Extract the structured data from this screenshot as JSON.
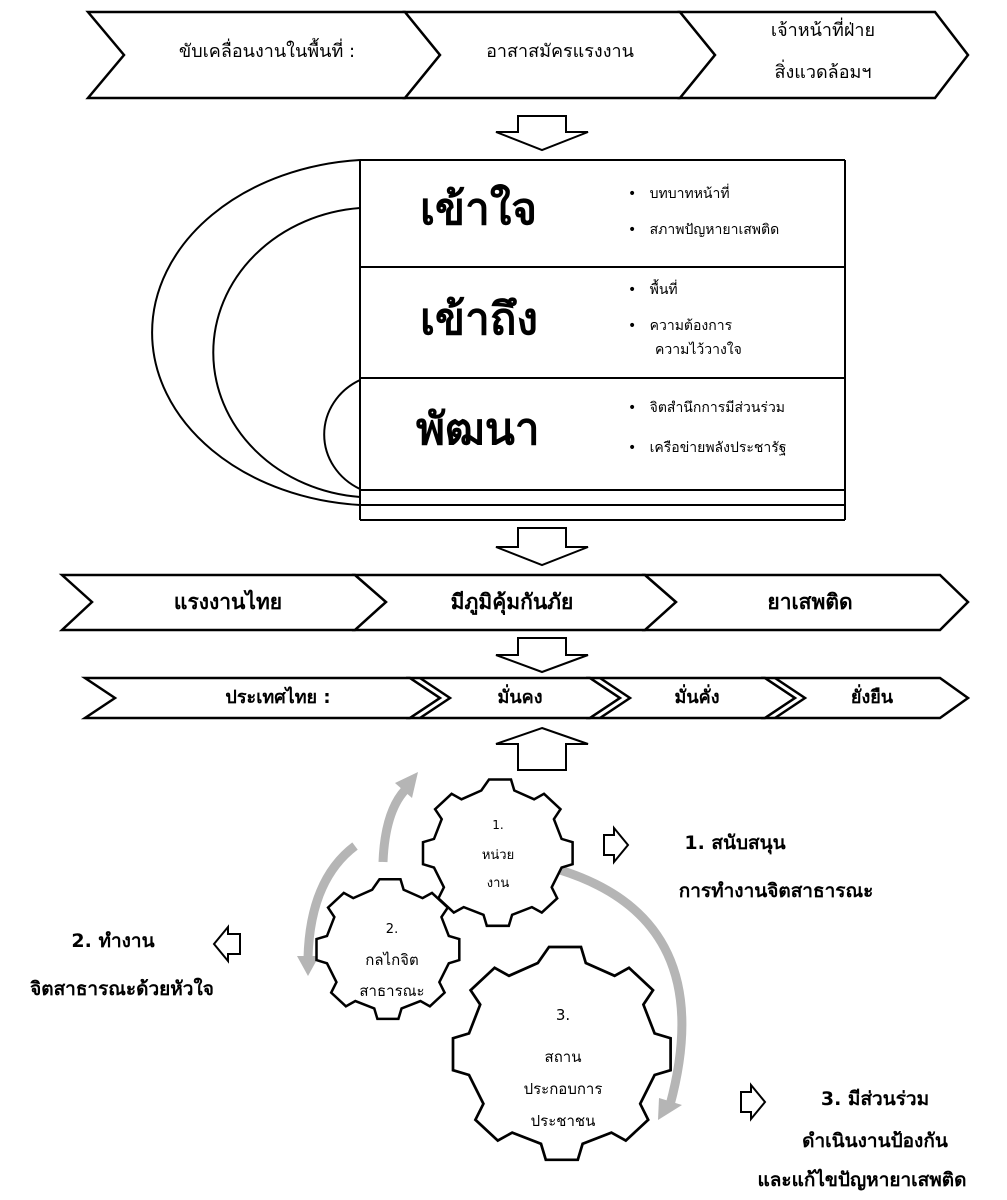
{
  "banner1": {
    "segments": [
      "ขับเคลื่อนงานในพื้นที่ :",
      "อาสาสมัครแรงงาน"
    ],
    "seg3_lines": [
      "เจ้าหน้าที่ฝ่าย",
      "สิ่งแวดล้อมฯ"
    ]
  },
  "center": {
    "rows": [
      {
        "title": "เข้าใจ",
        "bullets": [
          "บทบาทหน้าที่",
          "สภาพปัญหายาเสพติด"
        ]
      },
      {
        "title": "เข้าถึง",
        "bullets": [
          "พื้นที่",
          "ความต้องการ"
        ],
        "extra": "ความไว้วางใจ"
      },
      {
        "title": "พัฒนา",
        "bullets": [
          "จิตสำนึกการมีส่วนร่วม",
          "เครือข่ายพลังประชารัฐ"
        ]
      }
    ]
  },
  "banner2": {
    "segments": [
      "แรงงานไทย",
      "มีภูมิคุ้มกันภัย",
      "ยาเสพติด"
    ]
  },
  "banner3": {
    "segments": [
      "ประเทศไทย :",
      "มั่นคง",
      "มั่นคั่ง",
      "ยั่งยืน"
    ]
  },
  "gears": [
    {
      "num": "1.",
      "lines": [
        "หน่วย",
        "งาน"
      ]
    },
    {
      "num": "2.",
      "lines": [
        "กลไกจิต",
        "สาธารณะ"
      ]
    },
    {
      "num": "3.",
      "lines": [
        "สถาน",
        "ประกอบการ",
        "ประชาชน"
      ]
    }
  ],
  "notes": {
    "n1": [
      "1. สนับสนุน",
      "การทำงานจิตสาธารณะ"
    ],
    "n2": [
      "2. ทำงาน",
      "จิตสาธารณะด้วยหัวใจ"
    ],
    "n3": [
      "3. มีส่วนร่วม",
      "ดำเนินงานป้องกัน",
      "และแก้ไขปัญหายาเสพติด"
    ]
  }
}
